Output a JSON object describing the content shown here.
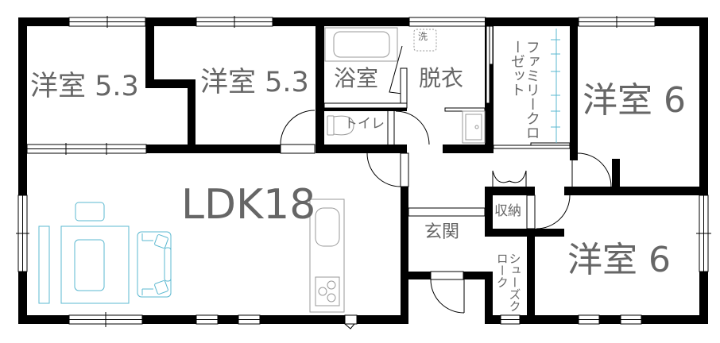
{
  "floor_plan": {
    "rooms": [
      {
        "id": "bedroom-1",
        "label": "洋室 5.3"
      },
      {
        "id": "bedroom-2",
        "label": "洋室 5.3"
      },
      {
        "id": "bath",
        "label": "浴室"
      },
      {
        "id": "dressing",
        "label": "脱衣"
      },
      {
        "id": "washer",
        "label": "洗"
      },
      {
        "id": "family-closet",
        "label": "ファミリークローゼット"
      },
      {
        "id": "bedroom-3",
        "label": "洋室 6"
      },
      {
        "id": "toilet",
        "label": "トイレ"
      },
      {
        "id": "ldk",
        "label": "LDK18"
      },
      {
        "id": "entrance",
        "label": "玄関"
      },
      {
        "id": "storage",
        "label": "収納"
      },
      {
        "id": "shoe-cloak",
        "label": "シューズクローク"
      },
      {
        "id": "bedroom-4",
        "label": "洋室 6"
      }
    ],
    "colors": {
      "wall": "#000000",
      "label": "#666666",
      "furniture": "#5bb8d0",
      "fixture": "#999999"
    }
  }
}
